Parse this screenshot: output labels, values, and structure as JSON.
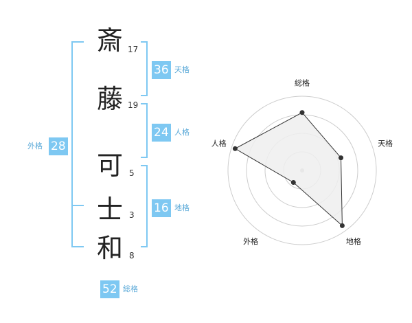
{
  "name": {
    "chars": [
      {
        "char": "斎",
        "strokes": "17"
      },
      {
        "char": "藤",
        "strokes": "19"
      },
      {
        "char": "可",
        "strokes": "5"
      },
      {
        "char": "士",
        "strokes": "3"
      },
      {
        "char": "和",
        "strokes": "8"
      }
    ]
  },
  "fortunes": {
    "tenkaku": {
      "value": "36",
      "label": "天格"
    },
    "jinkaku": {
      "value": "24",
      "label": "人格"
    },
    "chikaku": {
      "value": "16",
      "label": "地格"
    },
    "gaikaku": {
      "value": "28",
      "label": "外格"
    },
    "soukaku": {
      "value": "52",
      "label": "総格"
    }
  },
  "chart_data": {
    "type": "radar",
    "axes": [
      "総格",
      "天格",
      "地格",
      "外格",
      "人格"
    ],
    "values": [
      0.78,
      0.55,
      0.92,
      0.2,
      0.95
    ],
    "rings": 4,
    "max": 1,
    "fill_color": "#efefef",
    "line_color": "#333333",
    "ring_color": "#cccccc"
  },
  "colors": {
    "accent": "#7ec8f2",
    "label": "#5aa9d8"
  }
}
